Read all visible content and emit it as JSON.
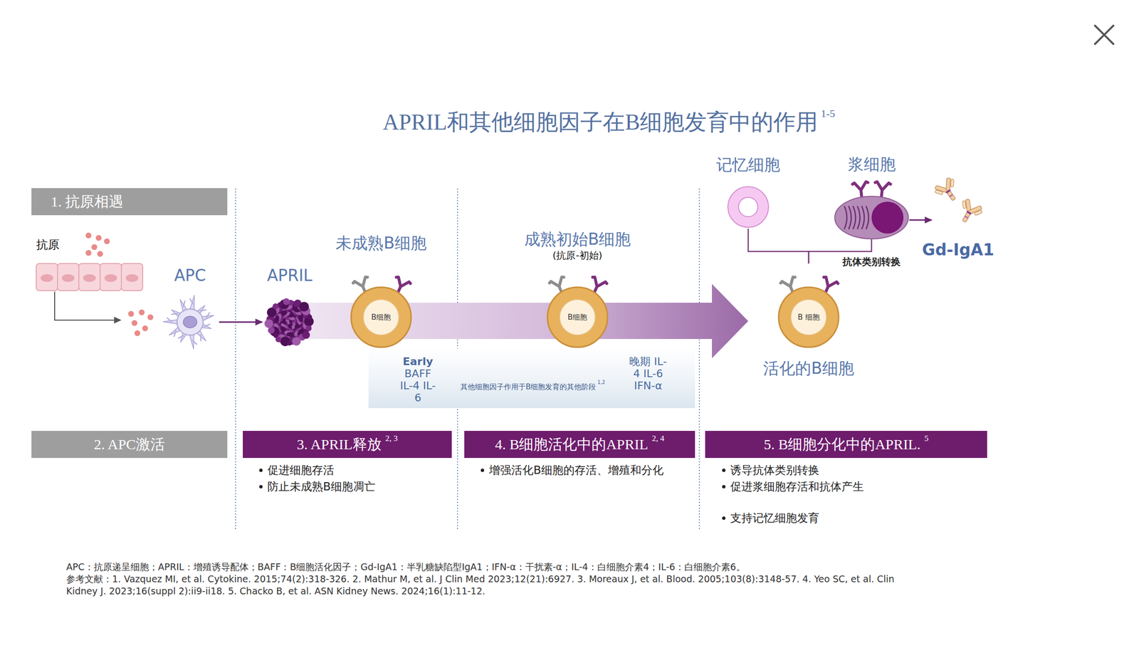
{
  "diagram": {
    "title": "APRIL和其他细胞因子在B细胞发育中的作用",
    "nodes": [
      {
        "text": [
          "1. 抗原相遇"
        ]
      },
      {
        "text": [
          "APC"
        ]
      },
      {
        "text": [
          "APRIL"
        ]
      },
      {
        "text": [
          "未成熟B细胞"
        ]
      },
      {
        "text": [
          "B细胞"
        ],
        "in": 3
      },
      {
        "text": [
          "成熟初始B细胞",
          "(抗原-初始)"
        ]
      },
      {
        "text": [
          "B细胞"
        ],
        "in": 5
      },
      {
        "text": [
          "Early BAFF IL-4 IL-6",
          "其他细胞因子作用于B细胞发育的其他阶段",
          "1,2",
          "晚期 IL-4 IL-6 IFN-α"
        ]
      },
      {
        "text": [
          "记忆细胞"
        ]
      },
      {
        "text": [
          "浆细胞"
        ]
      },
      {
        "text": [
          "Gd-IgA1"
        ]
      },
      {
        "text": [
          "活化的B细胞"
        ]
      },
      {
        "text": [
          "B 细胞"
        ],
        "in": 11
      },
      {
        "text": [
          "2. APC激活"
        ]
      },
      {
        "text": [
          "3. APRIL释放",
          "2, 3"
        ]
      },
      {
        "text": [
          "4. B细胞活化中的APRIL",
          "2, 4"
        ]
      },
      {
        "text": [
          "5. B细胞分化中的APRIL.",
          "5"
        ]
      }
    ],
    "edges": [
      {
        "from": 1,
        "to": 2,
        "arrow": "to"
      },
      {
        "from": 11,
        "to": 8,
        "arrow": "none"
      },
      {
        "from": 11,
        "to": 9,
        "arrow": "none",
        "label": "抗体类别转换"
      },
      {
        "from": 9,
        "to": 10,
        "arrow": "to"
      }
    ],
    "labels": [
      "1-5",
      "抗原",
      "促进细胞存活",
      "防止未成熟B细胞凋亡",
      "增强活化B细胞的存活、增殖和分化",
      "诱导抗体类别转换",
      "促进浆细胞存活和抗体产生",
      "支持记忆细胞发育",
      "APC：抗原递呈细胞；APRIL：增殖诱导配体；BAFF：B细胞活化因子；Gd-IgA1：半乳糖缺陷型IgA1；IFN-α：干扰素-α；IL-4：白细胞介素4；IL-6：白细胞介素6。",
      "参考文献：1. Vazquez MI, et al. Cytokine. 2015;74(2):318-326. 2. Mathur M, et al. J Clin Med 2023;12(21):6927. 3. Moreaux J, et al. Blood. 2005;103(8):3148-57. 4. Yeo SC, et al. Clin Kidney J. 2023;16(suppl 2):ii9-ii18. 5. Chacko B, et al. ASN Kidney News. 2024;16(1):11-12."
    ]
  }
}
